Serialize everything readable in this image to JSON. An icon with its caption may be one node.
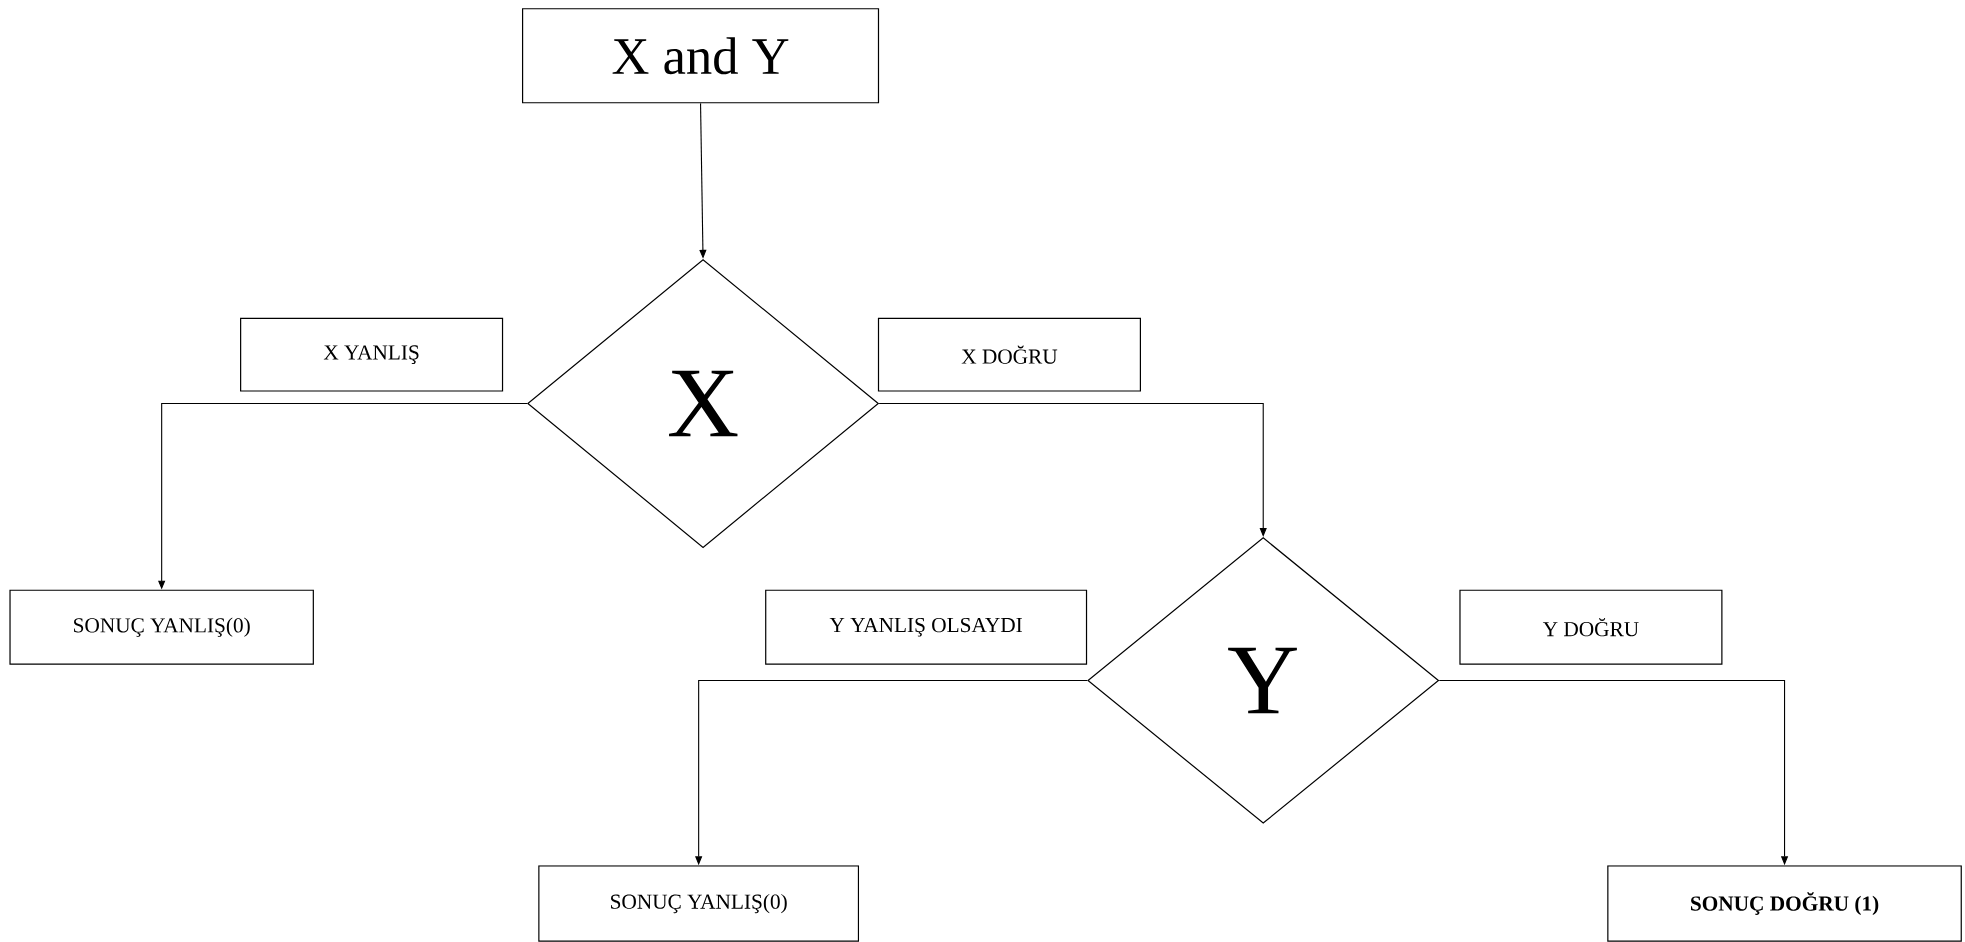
{
  "diagram": {
    "nodes": [
      {
        "text": [
          "X and Y"
        ]
      },
      {
        "text": [
          "X"
        ]
      },
      {
        "text": [
          "X YANLIŞ"
        ]
      },
      {
        "text": [
          "X DOĞRU"
        ]
      },
      {
        "text": [
          "SONUÇ YANLIŞ(0)"
        ]
      },
      {
        "text": [
          "Y"
        ]
      },
      {
        "text": [
          "Y YANLIŞ OLSAYDI"
        ]
      },
      {
        "text": [
          "Y DOĞRU"
        ]
      },
      {
        "text": [
          "SONUÇ YANLIŞ(0)"
        ]
      },
      {
        "text": [
          "SONUÇ DOĞRU (1)"
        ]
      }
    ],
    "edges": [
      {
        "from": 0,
        "to": 1,
        "arrow": "to"
      },
      {
        "from": 1,
        "to": 4,
        "arrow": "to"
      },
      {
        "from": 1,
        "to": 5,
        "arrow": "to"
      },
      {
        "from": 5,
        "to": 8,
        "arrow": "to"
      },
      {
        "from": 5,
        "to": 9,
        "arrow": "to"
      }
    ]
  }
}
